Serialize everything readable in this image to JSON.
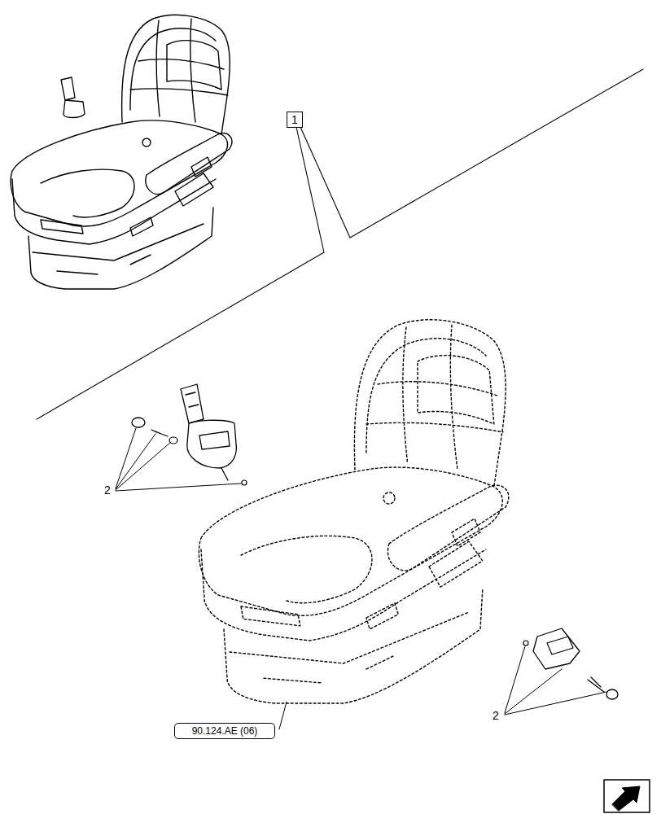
{
  "diagram": {
    "nodes": [
      {
        "text": [
          "1"
        ]
      },
      {
        "text": [
          "90.124.AE (06)"
        ]
      }
    ],
    "labels": [
      "2",
      "2"
    ]
  }
}
